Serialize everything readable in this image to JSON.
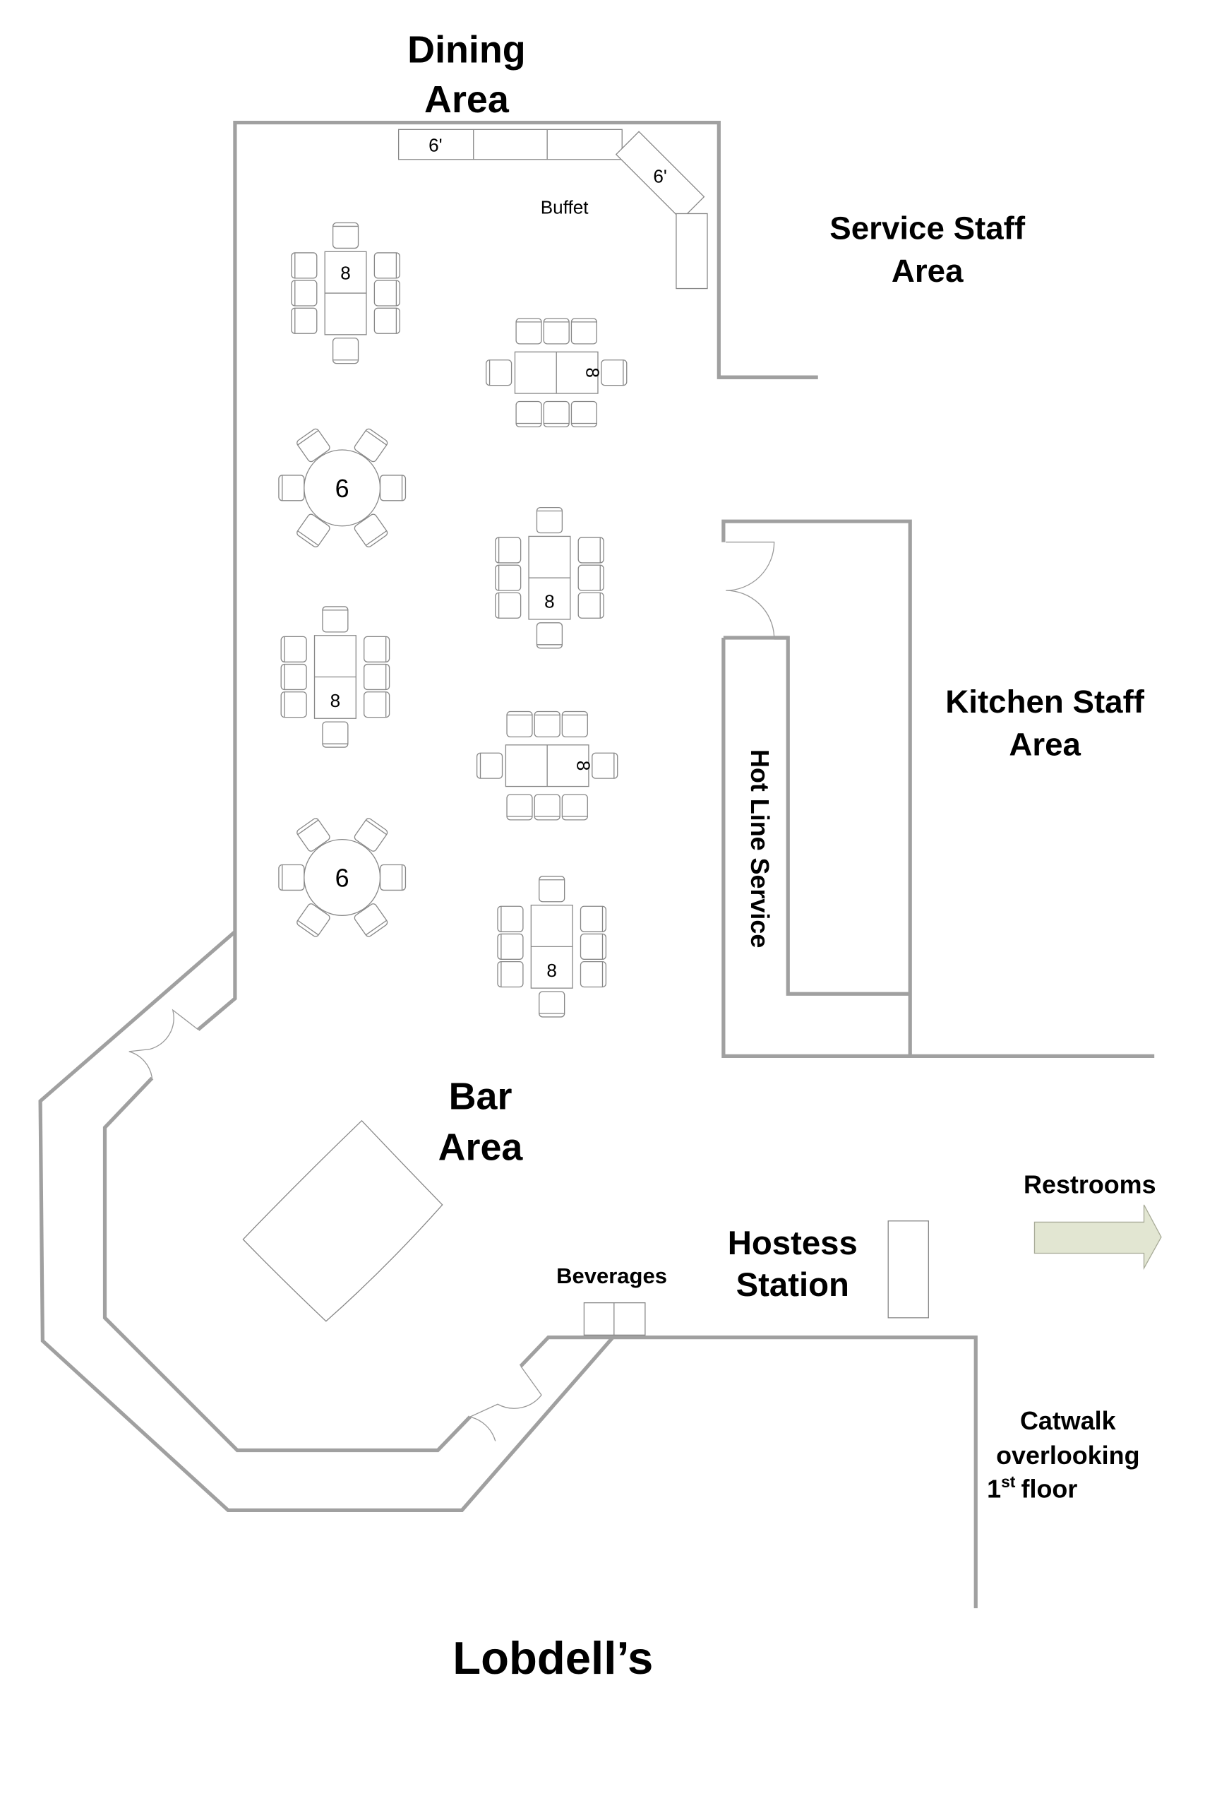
{
  "title": "Lobdell’s",
  "areas": {
    "dining": [
      "Dining",
      "Area"
    ],
    "service": [
      "Service Staff",
      "Area"
    ],
    "kitchen": [
      "Kitchen Staff",
      "Area"
    ],
    "bar": [
      "Bar",
      "Area"
    ],
    "hostess": [
      "Hostess",
      "Station"
    ],
    "hot_line": "Hot Line Service",
    "restrooms": "Restrooms",
    "catwalk": [
      "Catwalk",
      "overlooking",
      "1",
      "st",
      "floor"
    ],
    "beverages": "Beverages",
    "buffet": "Buffet"
  },
  "buffet_tables": [
    "6'",
    "6'"
  ],
  "tables": [
    "8",
    "8",
    "6",
    "8",
    "8",
    "8",
    "6",
    "8"
  ],
  "colors": {
    "wall": "#a0a0a0",
    "arrow_fill": "#e2e6d2",
    "arrow_stroke": "#a8ab98"
  }
}
